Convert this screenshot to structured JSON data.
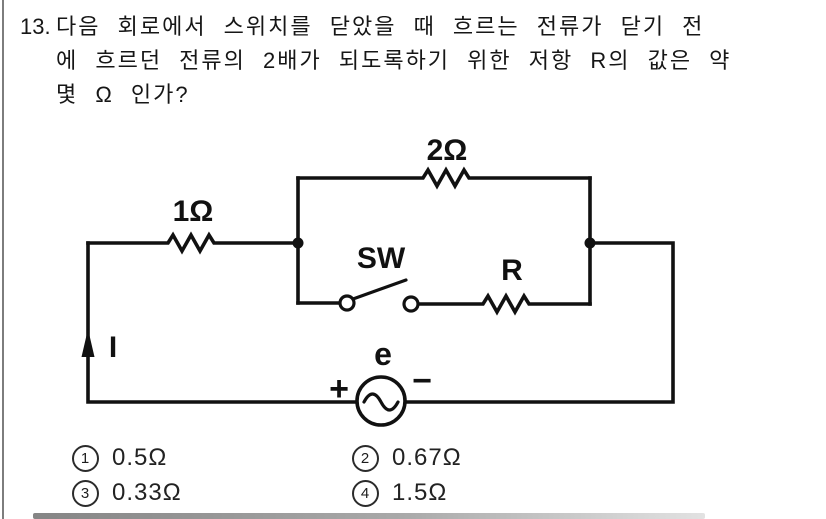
{
  "question": {
    "number": "13.",
    "line1": "다음 회로에서 스위치를 닫았을 때 흐르는 전류가 닫기 전",
    "line2": "에 흐르던 전류의 2배가 되도록하기 위한 저항 R의 값은 약",
    "line3": "몇 Ω 인가?"
  },
  "circuit": {
    "labels": {
      "r1": "1Ω",
      "r2": "2Ω",
      "switch": "SW",
      "r_unknown": "R",
      "current": "I",
      "source": "e",
      "plus": "+",
      "minus": "−"
    }
  },
  "choices": [
    {
      "marker": "1",
      "label": "0.5Ω"
    },
    {
      "marker": "2",
      "label": "0.67Ω"
    },
    {
      "marker": "3",
      "label": "0.33Ω"
    },
    {
      "marker": "4",
      "label": "1.5Ω"
    }
  ],
  "colors": {
    "ink": "#111111",
    "background": "#ffffff"
  }
}
